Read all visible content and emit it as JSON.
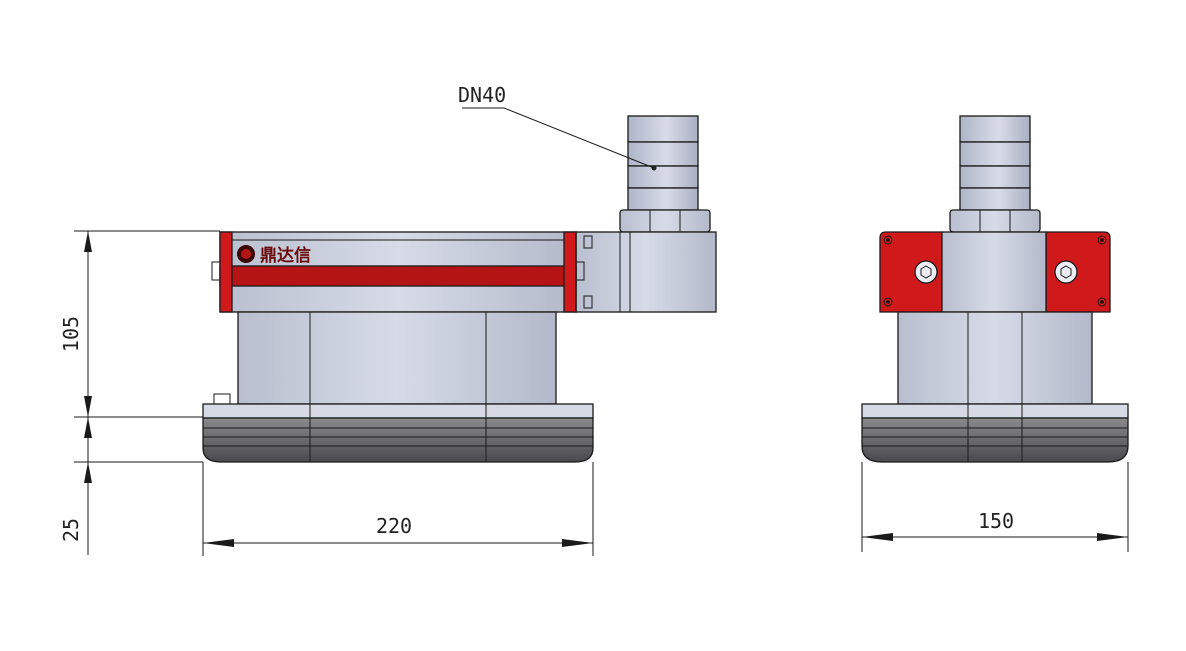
{
  "callout": {
    "label": "DN40"
  },
  "dimensions": {
    "height_upper": "105",
    "height_lower": "25",
    "width_front": "220",
    "width_side": "150"
  },
  "brand": {
    "name": "鼎达信"
  },
  "colors": {
    "metal": "#c6cbda",
    "metal_light": "#dde1ec",
    "rubber": "#6e6e70",
    "accent_red": "#d0191a",
    "line": "#1a1a1a"
  }
}
